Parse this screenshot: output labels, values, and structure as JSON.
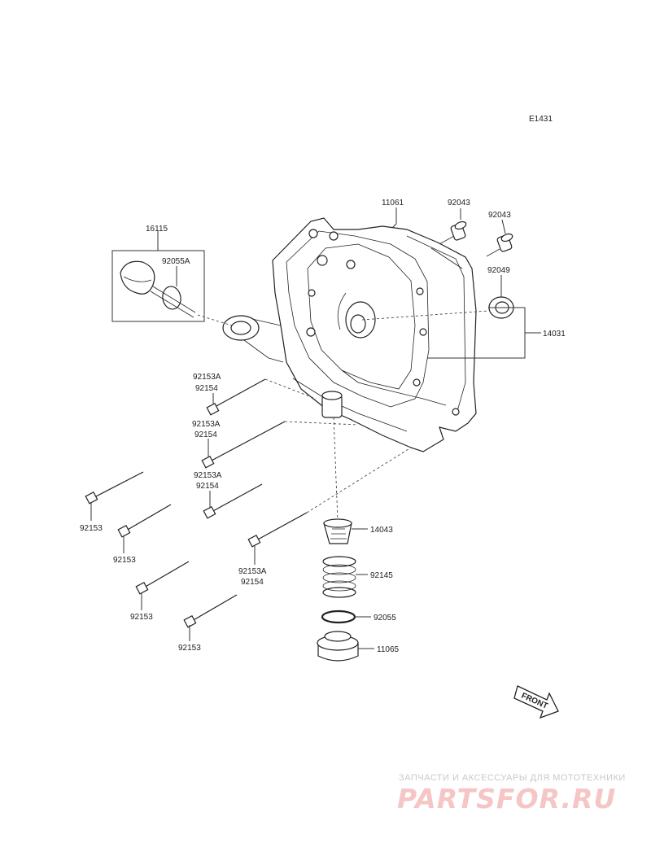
{
  "diagram": {
    "code": "E1431",
    "labels": {
      "p11061": "11061",
      "p92043a": "92043",
      "p92043b": "92043",
      "p16115": "16115",
      "p92055A": "92055A",
      "p92049": "92049",
      "p14031": "14031",
      "g1a": "92153A",
      "g1b": "92154",
      "g2a": "92153A",
      "g2b": "92154",
      "g3a": "92153A",
      "g3b": "92154",
      "g4a": "92153A",
      "g4b": "92154",
      "b1": "92153",
      "b2": "92153",
      "b3": "92153",
      "b4": "92153",
      "p14043": "14043",
      "p92145": "92145",
      "p92055": "92055",
      "p11065": "11065"
    },
    "front": "FRONT"
  },
  "watermark": {
    "caption": "ЗАПЧАСТИ И АКСЕССУАРЫ ДЛЯ МОТОТЕХНИКИ",
    "logo": "PARTSFOR.RU"
  }
}
